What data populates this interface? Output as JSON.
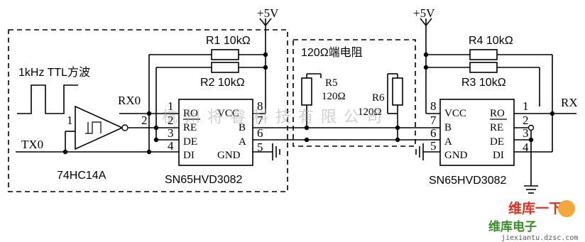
{
  "supply_left": "+5V",
  "supply_right": "+5V",
  "resistors": {
    "r1": "R1 10kΩ",
    "r2": "R2 10kΩ",
    "r3": "R3 10kΩ",
    "r4": "R4 10kΩ",
    "r5_name": "R5",
    "r5_value": "120Ω",
    "r6_name": "R6",
    "r6_value": "120Ω"
  },
  "terminator_label": "120Ω端电阻",
  "signal_label": "1kHz TTL方波",
  "net_labels": {
    "rx0": "RX0",
    "tx0": "TX0",
    "rx": "RX"
  },
  "inverter": {
    "pin": "1",
    "part": "74HC14A",
    "pin2": "2"
  },
  "chip_left": {
    "name": "SN65HVD3082",
    "pins_left": [
      {
        "num": "1",
        "name": "RO"
      },
      {
        "num": "2",
        "name": "RE"
      },
      {
        "num": "3",
        "name": "DE"
      },
      {
        "num": "4",
        "name": "DI"
      }
    ],
    "pins_right": [
      {
        "num": "8",
        "name": "VCC"
      },
      {
        "num": "7",
        "name": "B"
      },
      {
        "num": "6",
        "name": "A"
      },
      {
        "num": "5",
        "name": "GND"
      }
    ]
  },
  "chip_right": {
    "name": "SN65HVD3082",
    "pins_left": [
      {
        "num": "8",
        "name": "VCC"
      },
      {
        "num": "7",
        "name": "B"
      },
      {
        "num": "6",
        "name": "A"
      },
      {
        "num": "5",
        "name": "GND"
      }
    ],
    "pins_right": [
      {
        "num": "1",
        "name": "RO"
      },
      {
        "num": "2",
        "name": "RE"
      },
      {
        "num": "3",
        "name": "DE"
      },
      {
        "num": "4",
        "name": "DI"
      }
    ]
  },
  "watermark": "杭州将睿科技有限公司",
  "logo": {
    "top": "维库一下",
    "middle": "维库电子",
    "url": "jiexiantu.dzsc.com"
  }
}
